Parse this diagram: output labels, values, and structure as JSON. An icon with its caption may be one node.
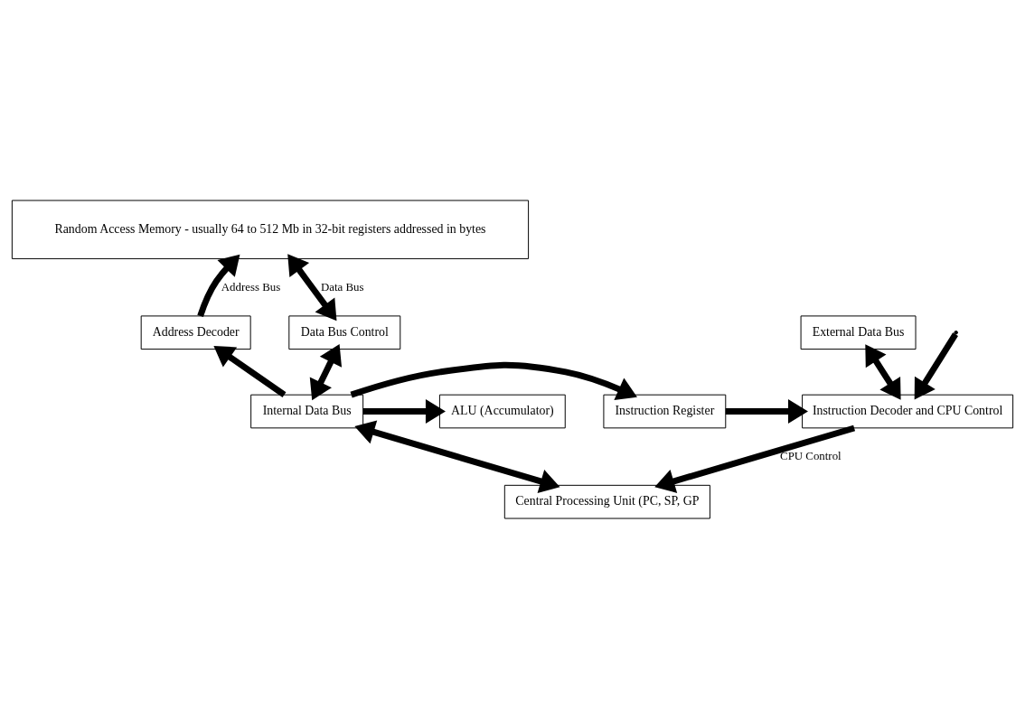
{
  "diagram": {
    "nodes": [
      {
        "text": [
          "Random Access Memory - usually 64 to 512 Mb in 32-bit registers addressed in bytes"
        ]
      },
      {
        "text": [
          "External Data Bus"
        ]
      },
      {
        "text": [
          "Address Decoder"
        ]
      },
      {
        "text": [
          "Data Bus Control"
        ]
      },
      {
        "text": [
          "Instruction Decoder and CPU Control"
        ]
      },
      {
        "text": [
          "Instruction Register"
        ]
      },
      {
        "text": [
          "Internal Data Bus"
        ]
      },
      {
        "text": [
          "ALU (Accumulator)"
        ]
      },
      {
        "text": [
          "Central Processing Unit (PC, SP, GP"
        ]
      }
    ],
    "edges": [
      {
        "from": 2,
        "to": 0,
        "arrow": "to",
        "label": "Address Bus"
      },
      {
        "from": 3,
        "to": 0,
        "arrow": "both",
        "label": "Data Bus"
      },
      {
        "from": 1,
        "to": 4,
        "arrow": "both"
      },
      {
        "from": 5,
        "to": 4,
        "arrow": "to"
      },
      {
        "from": 6,
        "to": 5,
        "arrow": "to"
      },
      {
        "from": 6,
        "to": 2,
        "arrow": "to"
      },
      {
        "from": 6,
        "to": 3,
        "arrow": "both"
      },
      {
        "from": 6,
        "to": 7,
        "arrow": "to"
      },
      {
        "from": 6,
        "to": 8,
        "arrow": "both"
      },
      {
        "from": 4,
        "to": 8,
        "arrow": "to",
        "label": "CPU Control"
      },
      {
        "from": null,
        "to": 4,
        "arrow": "to"
      }
    ]
  }
}
